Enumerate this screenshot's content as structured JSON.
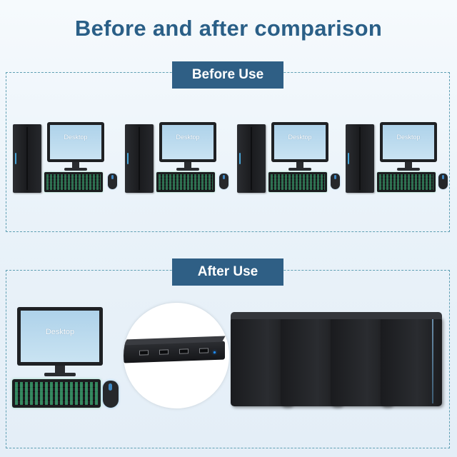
{
  "title": "Before and after comparison",
  "before_section": {
    "label": "Before Use",
    "stations": [
      {
        "screen_text": "Desktop"
      },
      {
        "screen_text": "Desktop"
      },
      {
        "screen_text": "Desktop"
      },
      {
        "screen_text": "Desktop"
      }
    ]
  },
  "after_section": {
    "label": "After Use",
    "monitor_screen_text": "Desktop",
    "switch_ports": 4,
    "computer_count": 4
  },
  "colors": {
    "title": "#2a5f87",
    "label_bg": "#2f5f85",
    "dashed_border": "#5f9fb3",
    "screen": "#aed2ea"
  },
  "icons": [
    "tower-pc-icon",
    "monitor-icon",
    "keyboard-icon",
    "mouse-icon",
    "kvm-switch-icon"
  ]
}
